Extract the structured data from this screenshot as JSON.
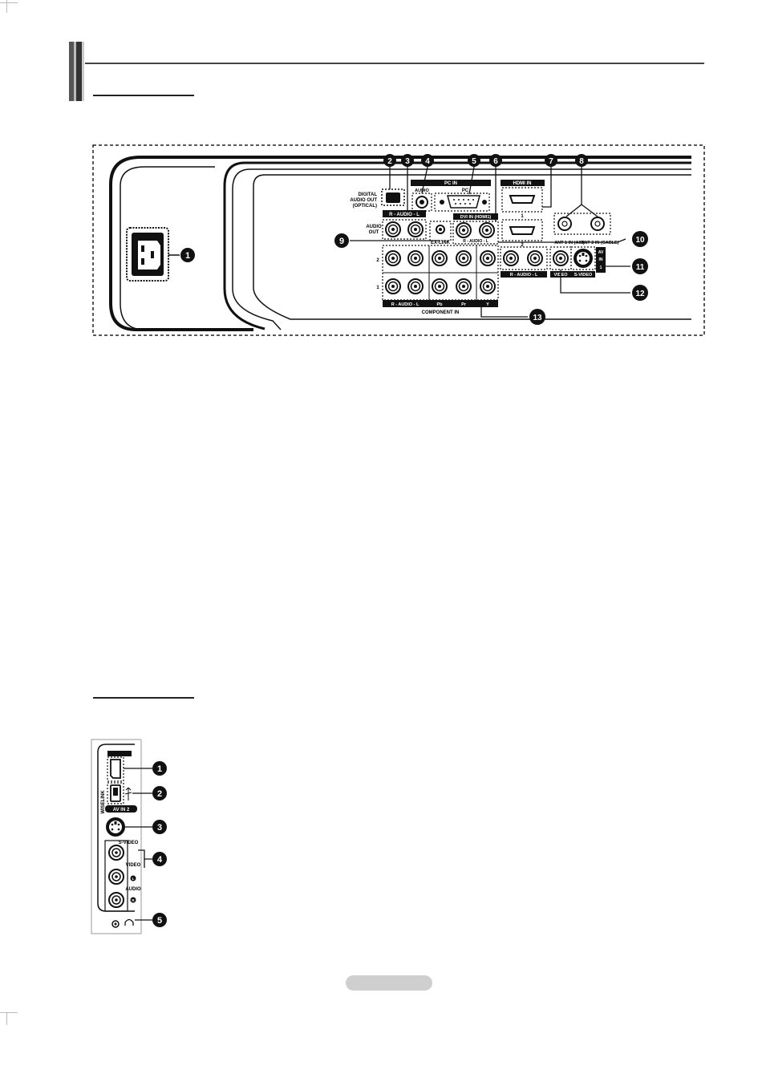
{
  "rear_panel": {
    "labels": {
      "digital_audio_out": [
        "DIGITAL",
        "AUDIO OUT",
        "(OPTICAL)"
      ],
      "audio_rl_top": "R - AUDIO - L",
      "audio_out": [
        "AUDIO",
        "OUT"
      ],
      "pc_in": "PC IN",
      "audio_small": "AUDIO",
      "pc": "PC",
      "ex_link": "EX-LINK",
      "dvi_in": "DVI IN (HDMI1)",
      "dvi_audio": "R - AUDIO - L",
      "hdmi_in": "HDMI IN",
      "hdmi_1": "1",
      "hdmi_2": "2",
      "component_row_2": "2",
      "component_row_1": "1",
      "component_bottom": [
        "R - AUDIO - L",
        "Pb",
        "Pr",
        "Y"
      ],
      "component_in": "COMPONENT IN",
      "av_audio": "R - AUDIO - L",
      "ant1_in_air": "ANT 1 IN (AIR)",
      "ant2_in_cable": "ANT 2 IN (CABLE)",
      "video": "VIDEO",
      "s_video": "S-VIDEO",
      "av_in_1": [
        "AV",
        "IN",
        "1"
      ]
    },
    "callouts": [
      "1",
      "2",
      "3",
      "4",
      "5",
      "6",
      "7",
      "8",
      "9",
      "10",
      "11",
      "12",
      "13"
    ]
  },
  "side_panel": {
    "labels": {
      "wiselink": "WISELINK",
      "av_in_2": "AV IN 2",
      "s_video": "S-VIDEO",
      "video": "VIDEO",
      "l": "L",
      "audio": "AUDIO",
      "r": "R"
    },
    "callouts": [
      "1",
      "2",
      "3",
      "4",
      "5"
    ]
  },
  "colors": {
    "ink": "#111111",
    "rule": "#444444",
    "page_pill": "#cfcfcf"
  }
}
